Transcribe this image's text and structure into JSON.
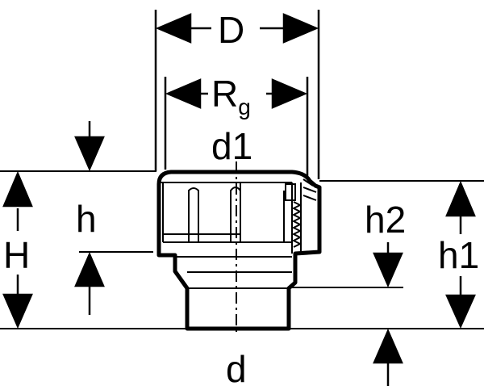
{
  "dimensions": {
    "D": "D",
    "Rg_main": "R",
    "Rg_sub": "g",
    "d1": "d1",
    "d": "d",
    "h": "h",
    "H": "H",
    "h1": "h1",
    "h2": "h2"
  }
}
